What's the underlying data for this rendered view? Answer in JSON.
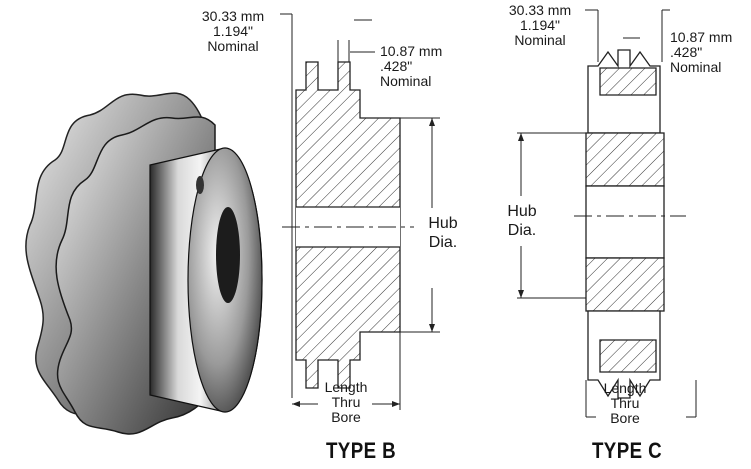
{
  "type_b": {
    "title": "TYPE B",
    "pitch_dim": {
      "mm": "30.33 mm",
      "inch": "1.194\"",
      "note": "Nominal"
    },
    "width_dim": {
      "mm": "10.87 mm",
      "inch": ".428\"",
      "note": "Nominal"
    },
    "hub_label": {
      "line1": "Hub",
      "line2": "Dia."
    },
    "length_label": {
      "line1": "Length",
      "line2": "Thru",
      "line3": "Bore"
    }
  },
  "type_c": {
    "title": "TYPE C",
    "pitch_dim": {
      "mm": "30.33 mm",
      "inch": "1.194\"",
      "note": "Nominal"
    },
    "width_dim": {
      "mm": "10.87 mm",
      "inch": ".428\"",
      "note": "Nominal"
    },
    "hub_label": {
      "line1": "Hub",
      "line2": "Dia."
    },
    "length_label": {
      "line1": "Length",
      "line2": "Thru",
      "line3": "Bore"
    }
  }
}
